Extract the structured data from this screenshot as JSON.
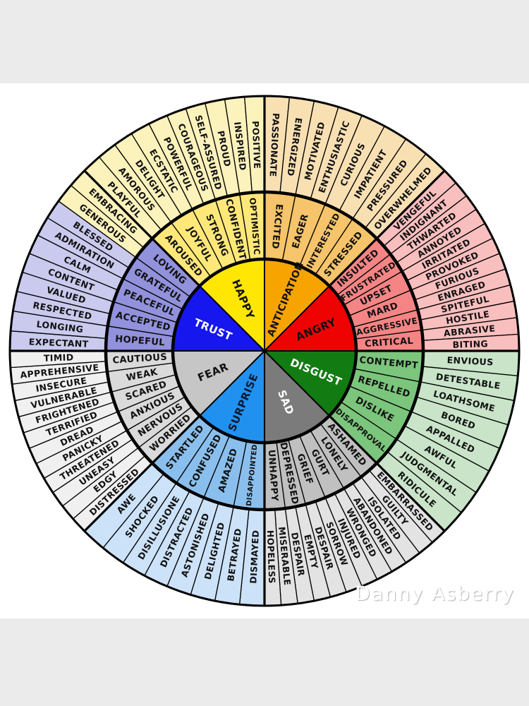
{
  "watermark": "Danny Asberry",
  "background": {
    "strip_color": "#ebebeb",
    "canvas_color": "#ffffff"
  },
  "wheel": {
    "stroke_color": "#000000",
    "ring_label_color": "#111111",
    "sections": [
      {
        "name": "ANTICIPATION",
        "core_color": "#f7a400",
        "core_text_color": "#111111",
        "middle_color": "#f6c46a",
        "outer_color": "#f9e0b3",
        "middle": [
          "EXCITED",
          "EAGER",
          "INTERESTED",
          "STRESSED"
        ],
        "outer": [
          "PASSIONATE",
          "ENERGIZED",
          "MOTIVATED",
          "ENTHUSIASTIC",
          "CURIOUS",
          "IMPATIENT",
          "PRESSURED",
          "OVERWHELMED"
        ]
      },
      {
        "name": "ANGRY",
        "core_color": "#ee0202",
        "core_text_color": "#111111",
        "middle_color": "#f58585",
        "outer_color": "#f9bfbf",
        "middle": [
          "INSULTED",
          "FRUSTRATED",
          "UPSET",
          "MARD",
          "AGGRESSIVE",
          "CRITICAL"
        ],
        "outer": [
          "VENGEFUL",
          "INDIGNANT",
          "THWARTED",
          "ANNOYED",
          "IRRITATED",
          "PROVOKED",
          "FURIOUS",
          "ENRAGED",
          "SPITEFUL",
          "HOSTILE",
          "ABRASIVE",
          "BITING"
        ]
      },
      {
        "name": "DISGUST",
        "core_color": "#127c12",
        "core_text_color": "#ffffff",
        "middle_color": "#7cc57c",
        "outer_color": "#c9e4c9",
        "middle": [
          "CONTEMPT",
          "REPELLED",
          "DISLIKE",
          "DISAPPROVAL"
        ],
        "outer": [
          "ENVIOUS",
          "DETESTABLE",
          "LOATHSOME",
          "BORED",
          "APPALLED",
          "AWFUL",
          "JUDGMENTAL",
          "RIDICULE"
        ]
      },
      {
        "name": "SAD",
        "core_color": "#7b7b7b",
        "core_text_color": "#ffffff",
        "middle_color": "#c0c0c0",
        "outer_color": "#e3e3e3",
        "middle": [
          "ASHAMED",
          "LONELY",
          "GURT",
          "GRIEF",
          "DEPRESSED",
          "UNHAPPY"
        ],
        "outer": [
          "EMBARRASSED",
          "GUILTY",
          "ISOLATED",
          "ABANDONED",
          "WRONGED",
          "INJURED",
          "SORROW",
          "DESPAIR",
          "EMPTY",
          "DESPAIR",
          "MISERABLE",
          "HOPELESS"
        ]
      },
      {
        "name": "SURPRISE",
        "core_color": "#2191f0",
        "core_text_color": "#0d1b33",
        "middle_color": "#8abfed",
        "outer_color": "#cce2f8",
        "middle": [
          "DISAPPOINTED",
          "AMAZED",
          "CONFUSED",
          "STARTLED"
        ],
        "outer": [
          "DISMAYED",
          "BETRAYED",
          "DELIGHTED",
          "ASTONISHED",
          "DISTRACTED",
          "DISILLUSIONE",
          "SHOCKED",
          "AWE"
        ]
      },
      {
        "name": "FEAR",
        "core_color": "#c6c6c6",
        "core_text_color": "#111111",
        "middle_color": "#dadada",
        "outer_color": "#f0f0f0",
        "middle": [
          "WORRIED",
          "NERVOUS",
          "ANXIOUS",
          "SCARED",
          "WEAK",
          "CAUTIOUS"
        ],
        "outer": [
          "DISTRESSED",
          "EDGY",
          "UNEASY",
          "THREATENED",
          "PANICKY",
          "DREAD",
          "TERRIFIED",
          "FRIGHTENED",
          "VULNERABLE",
          "INSECURE",
          "APPREHENSIVE",
          "TIMID"
        ]
      },
      {
        "name": "TRUST",
        "core_color": "#1616ee",
        "core_text_color": "#ffffff",
        "middle_color": "#9191dc",
        "outer_color": "#cacaee",
        "outer_overrides": {
          "8": "#fcf2bb",
          "9": "#fcf2bb"
        },
        "middle": [
          "HOPEFUL",
          "ACCEPTED",
          "PEACEFUL",
          "GRATEFUL",
          "LOVING"
        ],
        "outer": [
          "EXPECTANT",
          "LONGING",
          "RESPECTED",
          "VALUED",
          "CONTENT",
          "CALM",
          "ADMIRATION",
          "BLESSED",
          "GENEROUS",
          "EMBRACING"
        ]
      },
      {
        "name": "HAPPY",
        "core_color": "#ffe603",
        "core_text_color": "#111111",
        "middle_color": "#ffe879",
        "outer_color": "#fcf2bb",
        "middle": [
          "AROUSED",
          "JOYFUL",
          "STRONG",
          "CONFIDENT",
          "OPTIMISTIC"
        ],
        "outer": [
          "PLAYFUL",
          "AMOROUS",
          "DELIGHT",
          "ECSTATIC",
          "POWERFUL",
          "COURAGEOUS",
          "SELF-ASSURED",
          "PROUD",
          "INSPIRED",
          "POSITIVE"
        ]
      }
    ]
  }
}
